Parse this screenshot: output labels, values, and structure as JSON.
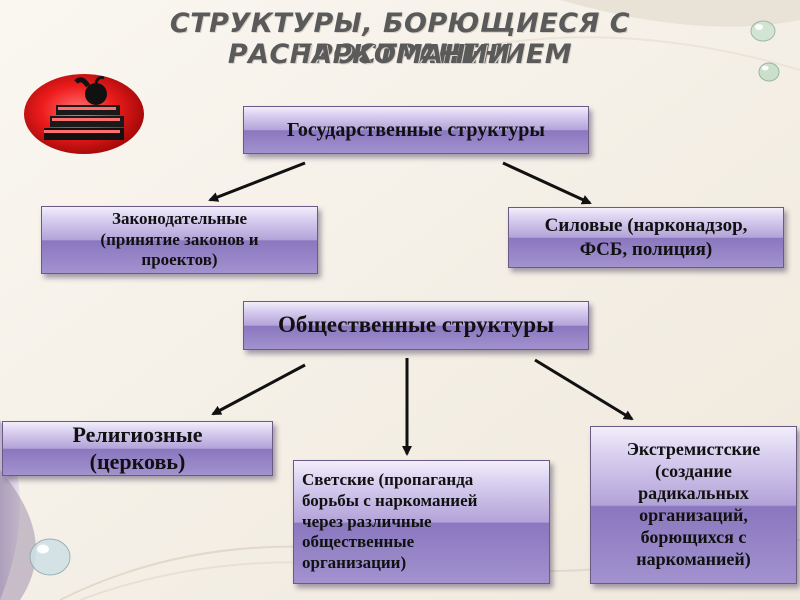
{
  "title": {
    "line1": "СТРУКТУРЫ, БОРЮЩИЕСЯ С РАСПРОСТРАНЕНИЕМ",
    "line2": "НАРКОМАНИИ"
  },
  "nodes": {
    "gov": "Государственные структуры",
    "legislative": "Законодательные\n(принятие законов и\nпроектов)",
    "power": "Силовые (нарконадзор,\nФСБ, полиция)",
    "public": "Общественные структуры",
    "religious": "Религиозные\n(церковь)",
    "secular": "Светские (пропаганда\nборьбы с наркоманией\nчерез различные\nобщественные\nорганизации)",
    "extremist": "Экстремистские\n(создание\nрадикальных\nорганизаций,\nборющихся с\nнаркоманией)"
  },
  "icons": {
    "logo": "books-icon",
    "decoration": "water-drop-icon"
  },
  "colors": {
    "box_top": "#f2eefb",
    "box_mid": "#8a77bf",
    "box_border": "#6a5a86",
    "title_text": "#5a5a5a",
    "background": "#f6f1e9"
  }
}
